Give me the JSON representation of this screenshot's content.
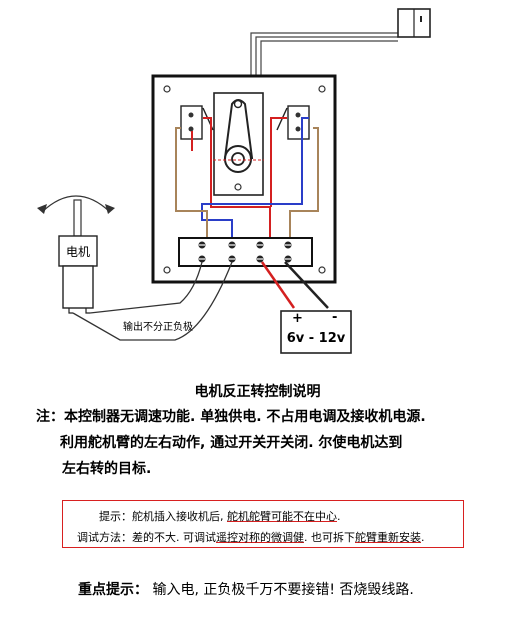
{
  "diagram": {
    "motor_label": "电机",
    "output_label": "输出不分正负极",
    "power_label": "6v - 12v",
    "plus_sign": "+",
    "minus_sign": "-",
    "terminal_glyph": "⊖"
  },
  "text": {
    "title": "电机反正转控制说明",
    "note_line1": "注：本控制器无调速功能. 单独供电. 不占用电调及接收机电源.",
    "note_line2": "利用舵机臂的左右动作, 通过开关开关闭. 尔使电机达到",
    "note_line3": "左右转的目标.",
    "hint1_prefix": "提示：舵机插入接收机后, ",
    "hint1_underlined": "舵机舵臂可能不在中心",
    "hint1_suffix": ".",
    "hint2_prefix": "调试方法：差的不大. 可调试",
    "hint2_underlined1": "遥控对称的微调健",
    "hint2_middle": ". 也可拆下",
    "hint2_underlined2": "舵臂重新安装",
    "hint2_suffix": ".",
    "key_label": "重点提示：",
    "key_text": " 输入电, 正负极千万不要接错! 否烧毁线路."
  },
  "colors": {
    "red_wire": "#d42020",
    "blue_wire": "#2a3ec8",
    "brown_wire": "#a8845a",
    "hint_border": "#d82020"
  }
}
